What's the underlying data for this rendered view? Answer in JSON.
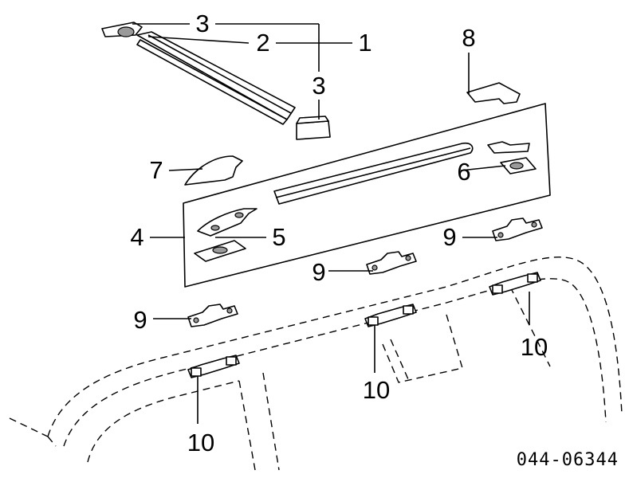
{
  "diagram": {
    "callouts": {
      "c1": "1",
      "c2": "2",
      "c3_top": "3",
      "c3_lower": "3",
      "c4": "4",
      "c5": "5",
      "c6": "6",
      "c7": "7",
      "c8": "8",
      "c9_right": "9",
      "c9_mid": "9",
      "c9_left": "9",
      "c10_left": "10",
      "c10_mid": "10",
      "c10_right": "10"
    },
    "figure_code": "044-06344"
  }
}
